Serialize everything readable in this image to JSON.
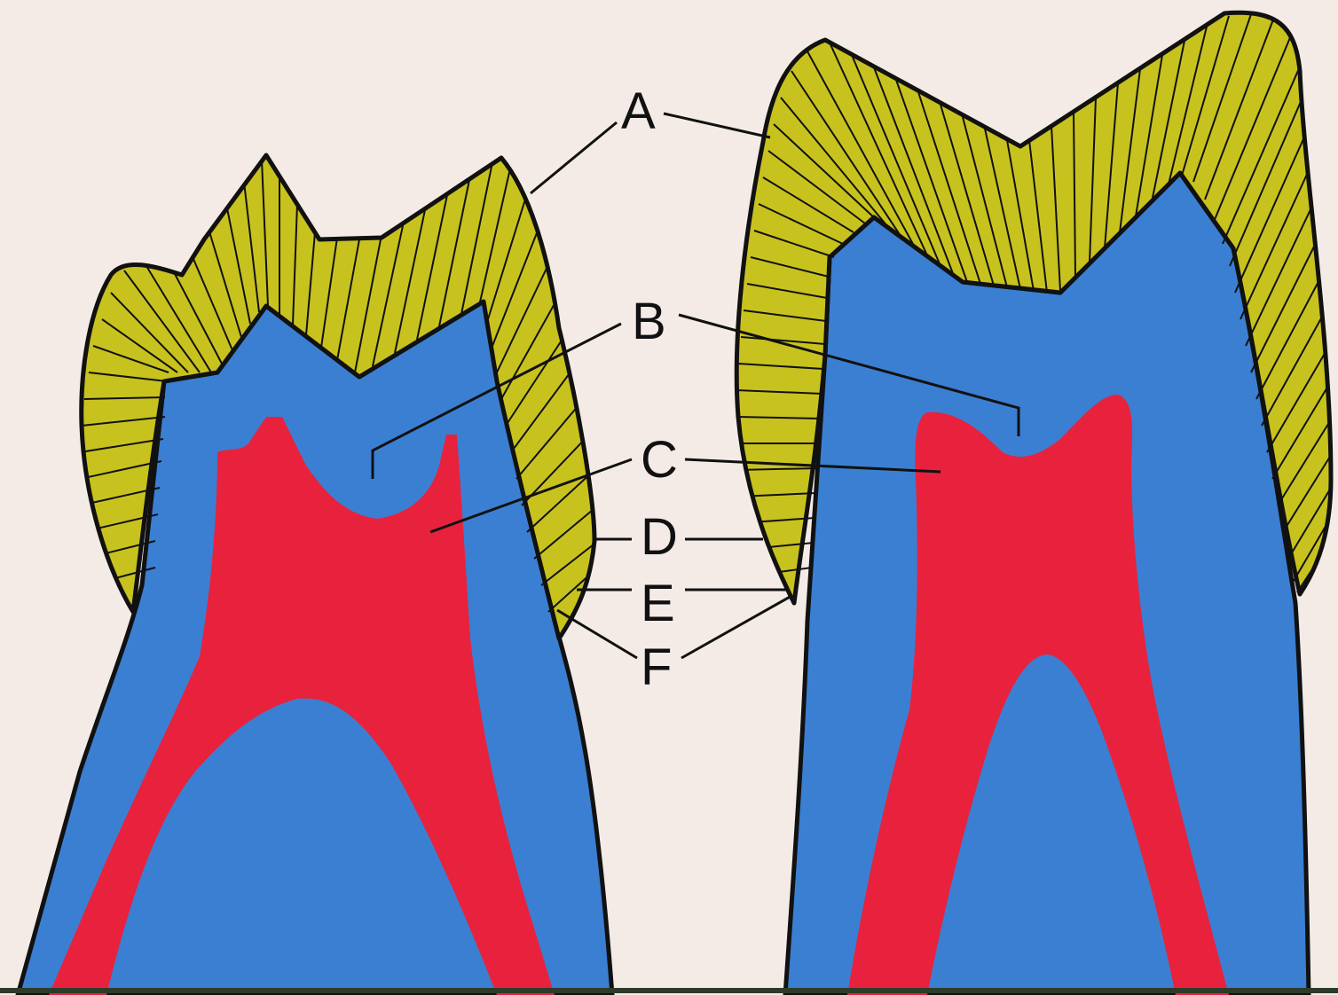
{
  "labels": {
    "a": "A",
    "b": "B",
    "c": "C",
    "d": "D",
    "e": "E",
    "f": "F"
  },
  "colors": {
    "background": "#f4ebe6",
    "enamel": "#c8c21f",
    "dentin": "#3b7fd2",
    "pulp": "#e8223d",
    "outline": "#111111"
  }
}
